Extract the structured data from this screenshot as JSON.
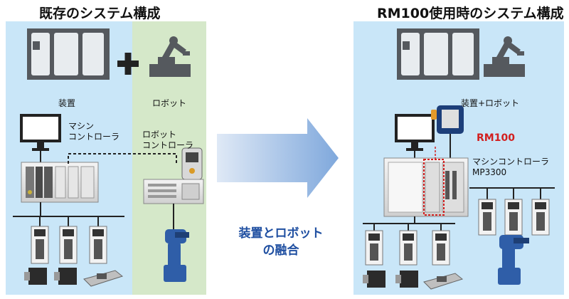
{
  "left": {
    "title": "既存のシステム構成",
    "equipment_label": "装置",
    "robot_label": "ロボット",
    "machine_controller_label": [
      "マシン",
      "コントローラ"
    ],
    "robot_controller_label": [
      "ロボット",
      "コントローラ"
    ]
  },
  "middle": {
    "caption": [
      "装置とロボット",
      "の融合"
    ]
  },
  "right": {
    "title": "RM100使用時のシステム構成",
    "equipment_robot_label": "装置+ロボット",
    "rm100_label": "RM100",
    "mp3300_label": [
      "マシンコントローラ",
      "MP3300"
    ]
  },
  "colors": {
    "panel_blue": "#c9e6f8",
    "panel_green": "#d5e8c9",
    "arrow": "#8fb3e0",
    "accent_red": "#d21f1f",
    "caption_blue": "#1f4fa1"
  }
}
